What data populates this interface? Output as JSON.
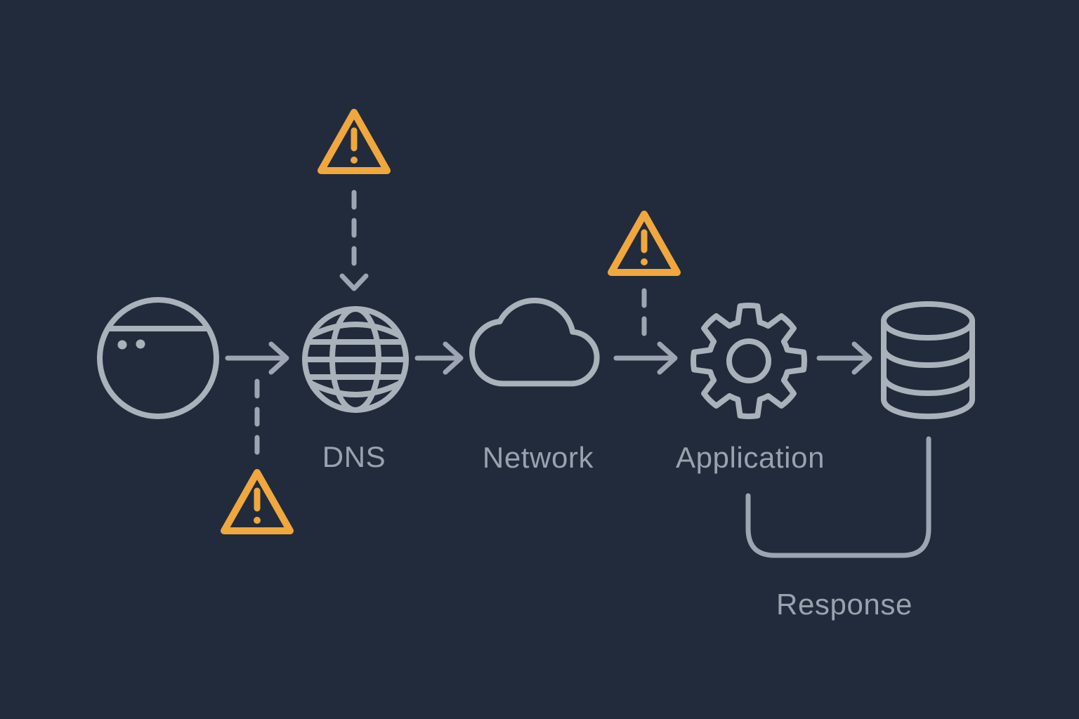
{
  "colors": {
    "background": "#212b3b",
    "icon_stroke": "#a9b1bb",
    "connector_stroke": "#9ca5b1",
    "label_text": "#99a2ae",
    "warning": "#f0a73e"
  },
  "labels": {
    "dns": "DNS",
    "network": "Network",
    "application": "Application",
    "response": "Response"
  },
  "nodes": [
    {
      "id": "browser",
      "icon": "browser-icon",
      "label": ""
    },
    {
      "id": "dns",
      "icon": "globe-icon",
      "label": "DNS"
    },
    {
      "id": "network",
      "icon": "cloud-icon",
      "label": "Network"
    },
    {
      "id": "application",
      "icon": "gear-icon",
      "label": "Application"
    },
    {
      "id": "database",
      "icon": "database-icon",
      "label": ""
    }
  ],
  "edges": [
    {
      "from": "browser",
      "to": "dns",
      "style": "solid-arrow"
    },
    {
      "from": "dns",
      "to": "network",
      "style": "solid-arrow"
    },
    {
      "from": "network",
      "to": "application",
      "style": "solid-arrow"
    },
    {
      "from": "application",
      "to": "database",
      "style": "solid-arrow"
    },
    {
      "from": "database",
      "to": "application",
      "style": "return-path",
      "label": "Response"
    }
  ],
  "warnings": [
    {
      "attached_to": "browser-dns link",
      "position": "below",
      "connector": "dashed-line"
    },
    {
      "attached_to": "dns",
      "position": "above",
      "connector": "dashed-arrow"
    },
    {
      "attached_to": "network-application link",
      "position": "above",
      "connector": "dashed-line"
    }
  ]
}
